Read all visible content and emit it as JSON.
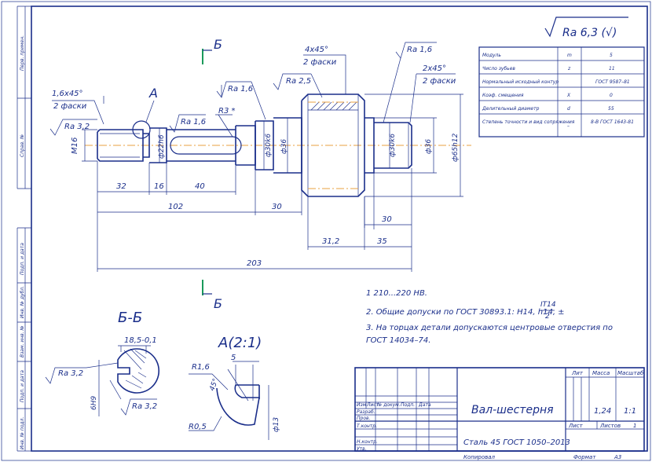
{
  "side_stamps": [
    "Перв. примен.",
    "Справ. №",
    "Подп. и дата",
    "Инв. № дубл.",
    "Взам. инв. №",
    "Подп. и дата",
    "Инв. № подл."
  ],
  "roughness_general": "Ra 6,3 (√)",
  "params_table": [
    {
      "name": "Модуль",
      "sym": "m",
      "val": "5"
    },
    {
      "name": "Число зубьев",
      "sym": "z",
      "val": "11"
    },
    {
      "name": "Нормальный исходный контур",
      "sym": "",
      "val": "ГОСТ 9587–81"
    },
    {
      "name": "Коэф. смещения",
      "sym": "X",
      "val": "0"
    },
    {
      "name": "Делительный диаметр",
      "sym": "d",
      "val": "55"
    },
    {
      "name": "Степень точности и вид сопряжения",
      "sym": "–",
      "val": "8-B ГОСТ 1643-81"
    }
  ],
  "labels": {
    "section_b_top": "Б",
    "section_b_bottom": "Б",
    "view_a_marker": "А",
    "section_bb_title": "Б-Б",
    "view_a_title": "А(2:1)",
    "chamfer_left": "1,6х45°",
    "chamfer_left_count": "2 фаски",
    "chamfer_mid": "4х45°",
    "chamfer_mid_count": "2 фаски",
    "chamfer_right": "2х45°",
    "chamfer_right_count": "2 фаски",
    "ra_32_left": "Ra 3,2",
    "ra_16_a": "Ra 1,6",
    "ra_16_b": "Ra 1,6",
    "ra_25": "Ra 2,5",
    "ra_16_c": "Ra 1,6",
    "r3": "R3 *",
    "d_m16": "М16",
    "d_22": "ф22h6",
    "d_30a": "ф30k6",
    "d_36a": "ф36",
    "d_30b": "ф30k6",
    "d_36b": "ф36",
    "d_65": "ф65h12",
    "dim_32": "32",
    "dim_16": "16",
    "dim_40": "40",
    "dim_102": "102",
    "dim_30a": "30",
    "dim_30b": "30",
    "dim_312": "31,2",
    "dim_35": "35",
    "dim_203": "203",
    "bb_dim": "18,5-0,1",
    "bb_ra1": "Ra 3,2",
    "bb_ra2": "Ra 3,2",
    "bb_width": "6Н9",
    "a_r16": "R1,6",
    "a_5": "5",
    "a_45": "45°",
    "a_r05": "R0,5",
    "a_d13": "ф13"
  },
  "notes": [
    "1 210...220 НВ.",
    "2. Общие допуски по ГОСТ 30893.1: Н14, h14, ±",
    "3. На торцах детали допускаются центровые отверстия по",
    "ГОСТ 14034–74."
  ],
  "note_fraction": {
    "num": "IT14",
    "den": "2"
  },
  "title_block": {
    "part_name": "Вал-шестерня",
    "material": "Сталь 45 ГОСТ 1050–2013",
    "col_headers": [
      "Изм",
      "Лист",
      "№ докум.",
      "Подп.",
      "Дата"
    ],
    "rows": [
      "Разраб.",
      "Пров.",
      "Т.контр.",
      "",
      "Н.контр.",
      "Утв."
    ],
    "lit_label": "Лит",
    "mass_label": "Масса",
    "scale_label": "Масштаб",
    "mass": "1,24",
    "scale": "1:1",
    "sheet_label": "Лист",
    "sheets_label": "Листов",
    "sheets": "1",
    "copied": "Копировал",
    "format": "Формат",
    "format_val": "А3"
  }
}
